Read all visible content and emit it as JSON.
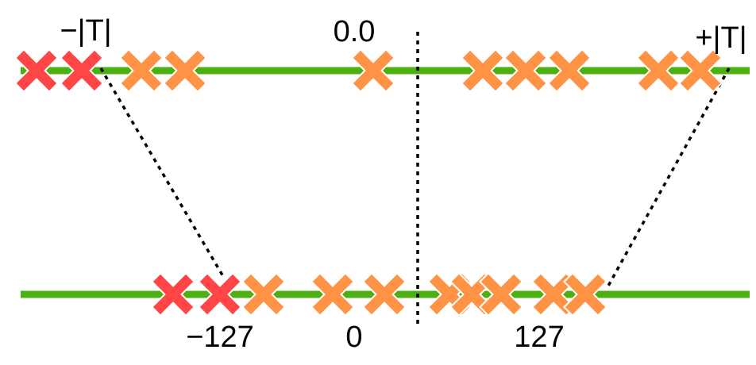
{
  "labels": {
    "top_left": "−|T|",
    "top_center": "0.0",
    "top_right": "+|T|",
    "bottom_left": "−127",
    "bottom_center": "0",
    "bottom_right": "127"
  },
  "colors": {
    "axis_line": "#4caf12",
    "clipped_marker": "#ff4545",
    "kept_marker": "#ff9345",
    "guide_line": "#000000",
    "background": "#ffffff"
  },
  "icons": {
    "marker": "x-mark-icon"
  },
  "top_axis_markers": [
    "clipped",
    "clipped",
    "kept",
    "kept",
    "kept",
    "kept",
    "kept",
    "kept",
    "kept",
    "kept"
  ],
  "bottom_axis_markers": [
    "clipped",
    "clipped",
    "kept",
    "kept",
    "kept",
    "kept",
    "kept",
    "kept",
    "kept",
    "kept"
  ]
}
